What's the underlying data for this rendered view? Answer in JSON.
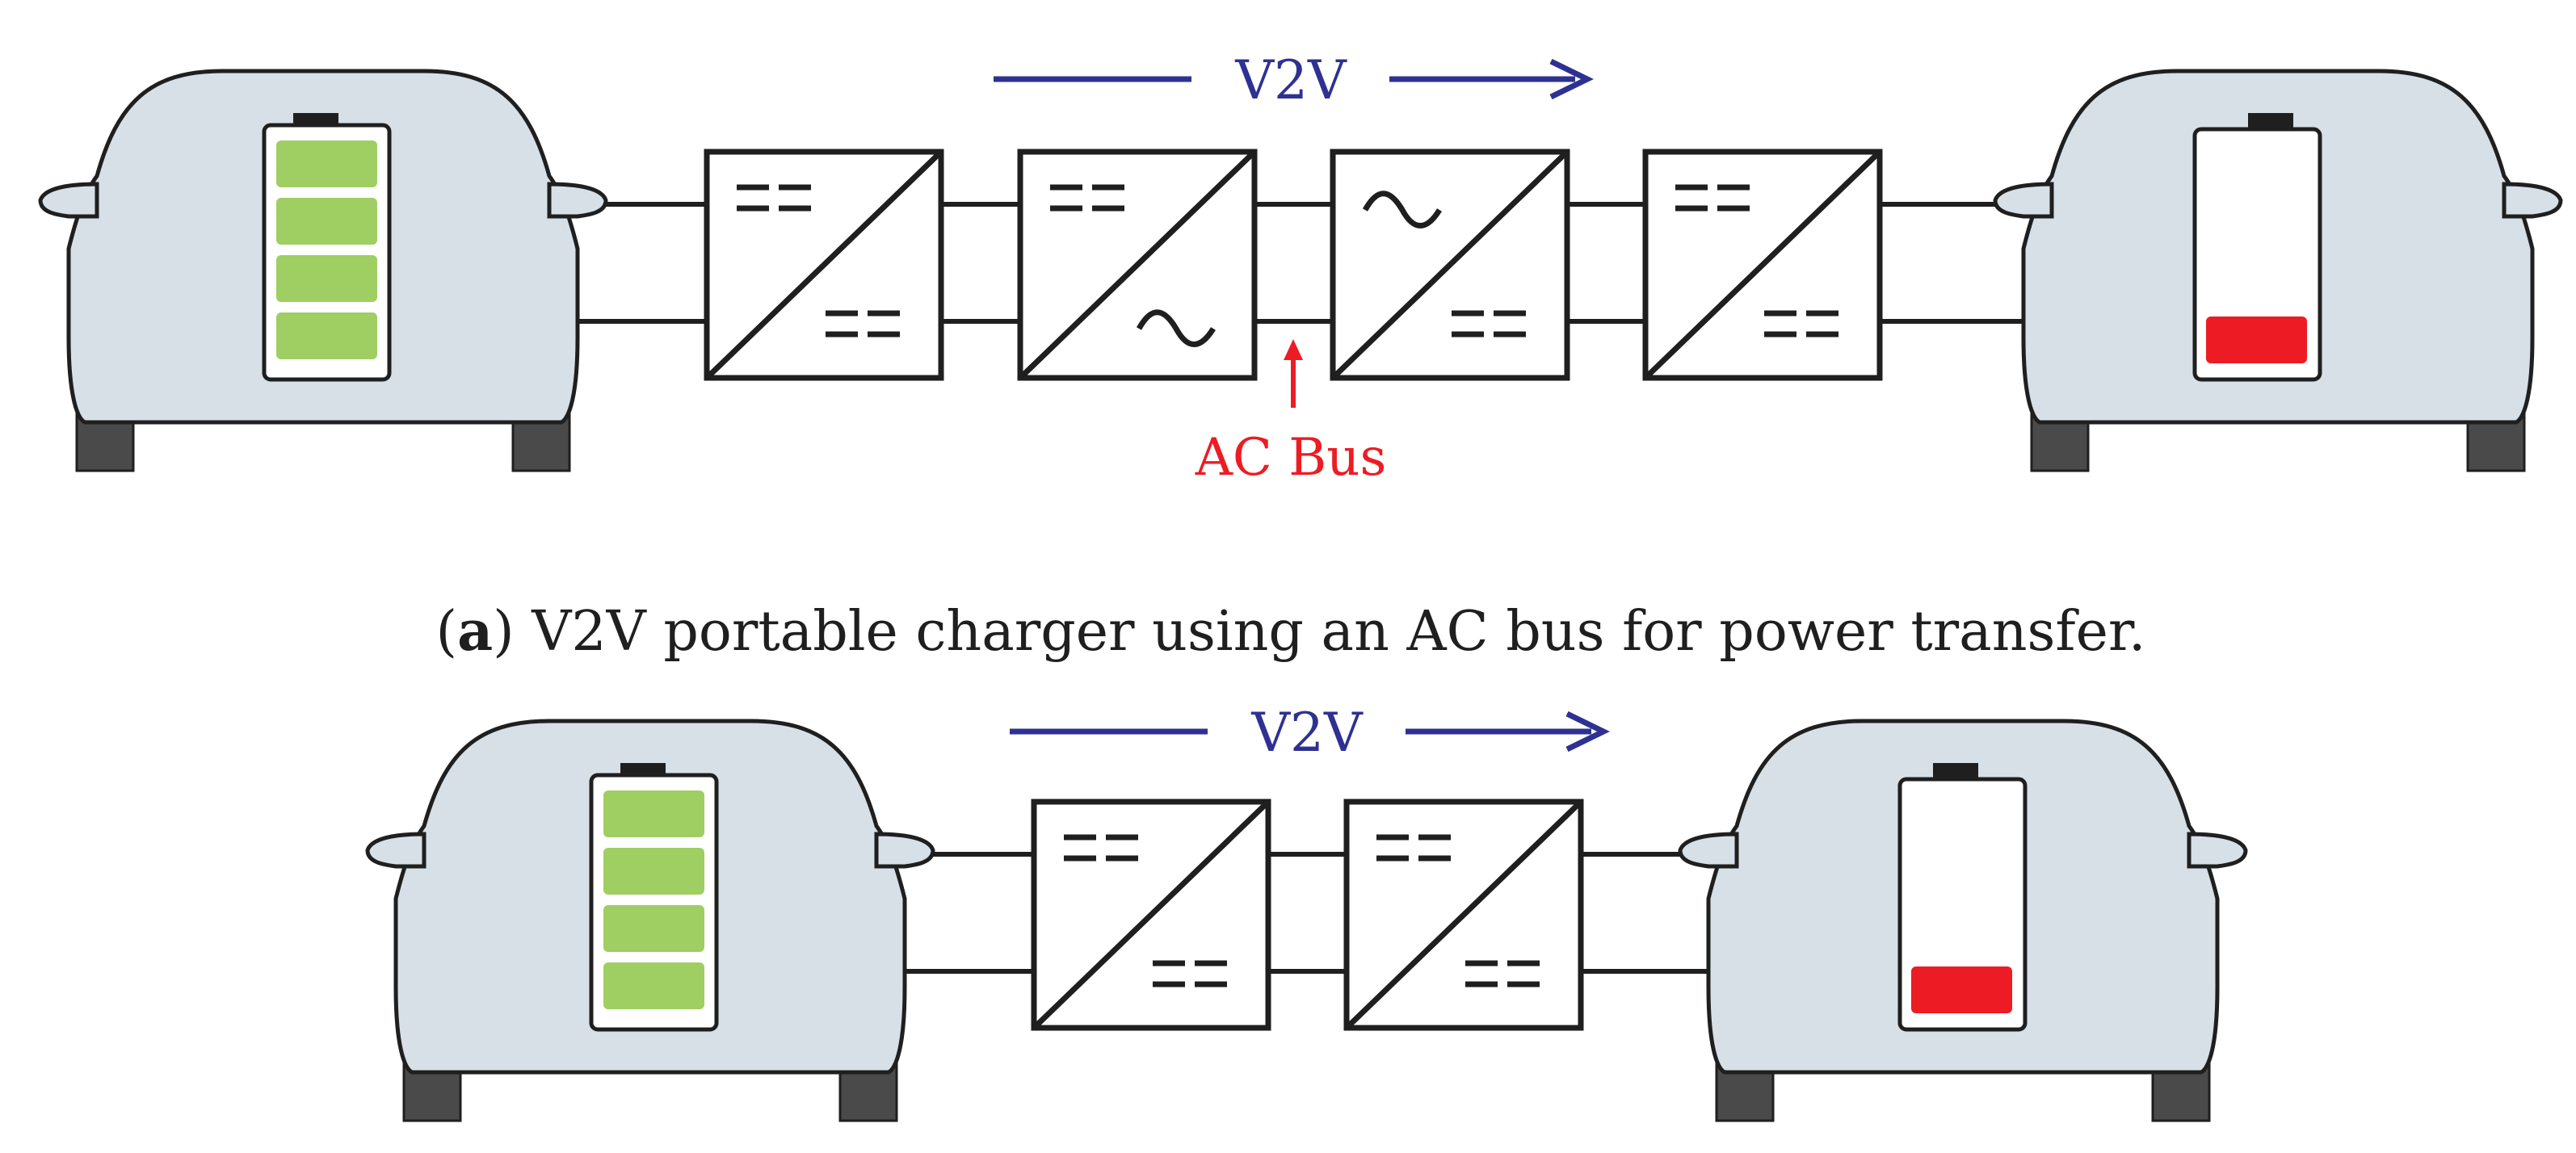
{
  "diagram_a": {
    "flow_label": "V2V",
    "bus_label": "AC Bus",
    "caption_bold": "a",
    "caption_text": " V2V portable charger using an AC bus for power transfer.",
    "converters": [
      {
        "left": "dc",
        "right": "dc"
      },
      {
        "left": "dc",
        "right": "ac"
      },
      {
        "left": "ac",
        "right": "dc"
      },
      {
        "left": "dc",
        "right": "dc"
      }
    ],
    "source_battery": "full",
    "target_battery": "low"
  },
  "diagram_b": {
    "flow_label": "V2V",
    "converters": [
      {
        "left": "dc",
        "right": "dc"
      },
      {
        "left": "dc",
        "right": "dc"
      }
    ],
    "source_battery": "full",
    "target_battery": "low"
  },
  "colors": {
    "flow_arrow": "#2e3192",
    "bus_label": "#ed1c24",
    "battery_full": "#9fce63",
    "battery_low": "#ed1c24",
    "car_body": "#d6e0e6"
  }
}
